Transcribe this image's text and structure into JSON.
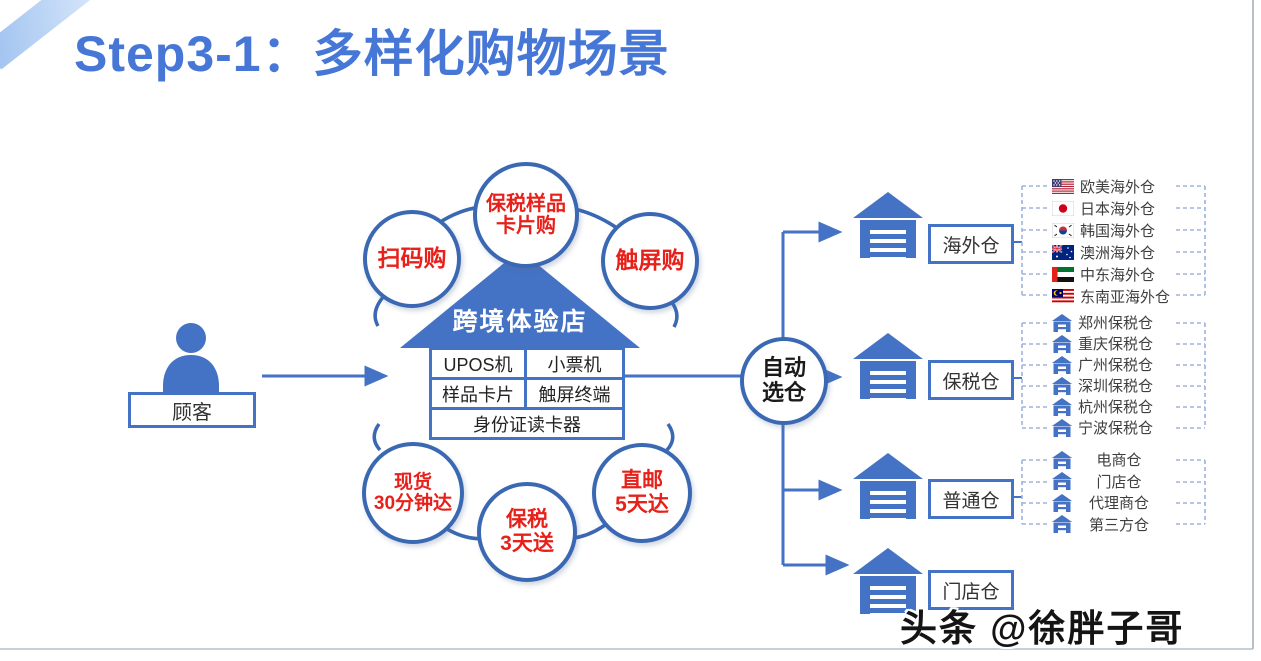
{
  "title": "Step3-1：多样化购物场景",
  "customer_label": "顾客",
  "store": {
    "name": "跨境体验店",
    "devices": [
      "UPOS机",
      "小票机",
      "样品卡片",
      "触屏终端",
      "身份证读卡器"
    ]
  },
  "purchase_circles": {
    "scan": "扫码购",
    "sample_line1": "保税样品",
    "sample_line2": "卡片购",
    "touch": "触屏购"
  },
  "delivery_circles": {
    "stock_line1": "现货",
    "stock_line2": "30分钟达",
    "bonded_line1": "保税",
    "bonded_line2": "3天送",
    "direct_line1": "直邮",
    "direct_line2": "5天达"
  },
  "selector": {
    "line1": "自动",
    "line2": "选仓"
  },
  "warehouse_groups": [
    {
      "label": "海外仓",
      "items": [
        {
          "icon": "flag-us",
          "label": "欧美海外仓"
        },
        {
          "icon": "flag-jp",
          "label": "日本海外仓"
        },
        {
          "icon": "flag-kr",
          "label": "韩国海外仓"
        },
        {
          "icon": "flag-au",
          "label": "澳洲海外仓"
        },
        {
          "icon": "flag-ae",
          "label": "中东海外仓"
        },
        {
          "icon": "flag-my",
          "label": "东南亚海外仓"
        }
      ]
    },
    {
      "label": "保税仓",
      "items": [
        {
          "icon": "warehouse",
          "label": "郑州保税仓"
        },
        {
          "icon": "warehouse",
          "label": "重庆保税仓"
        },
        {
          "icon": "warehouse",
          "label": "广州保税仓"
        },
        {
          "icon": "warehouse",
          "label": "深圳保税仓"
        },
        {
          "icon": "warehouse",
          "label": "杭州保税仓"
        },
        {
          "icon": "warehouse",
          "label": "宁波保税仓"
        }
      ]
    },
    {
      "label": "普通仓",
      "items": [
        {
          "icon": "warehouse",
          "label": "电商仓"
        },
        {
          "icon": "warehouse",
          "label": "门店仓"
        },
        {
          "icon": "warehouse",
          "label": "代理商仓"
        },
        {
          "icon": "warehouse",
          "label": "第三方仓"
        }
      ]
    },
    {
      "label": "门店仓",
      "items": []
    }
  ],
  "watermark": "头条 @徐胖子哥",
  "colors": {
    "primary_blue": "#4472C4",
    "circle_border_blue": "#3A68B2",
    "title_blue": "#4677D6",
    "red_text": "#E8201A",
    "dash_blue": "#9DB4DE"
  }
}
